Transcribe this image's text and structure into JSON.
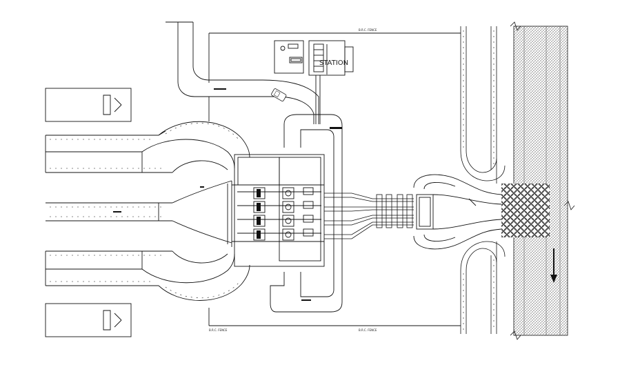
{
  "labels": {
    "fence_top": "B.R.C. FENCE",
    "fence_bottom_left": "B.R.C. FENCE",
    "fence_bottom_right": "B.R.C. FENCE",
    "station_name": "STATION"
  },
  "colors": {
    "line": "#111111",
    "hatch": "#555555",
    "background": "#ffffff"
  }
}
